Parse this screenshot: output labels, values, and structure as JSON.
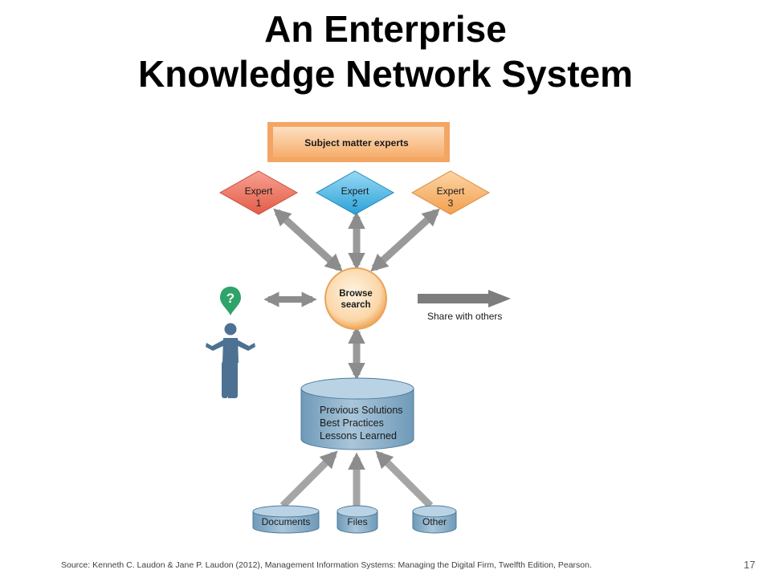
{
  "title": {
    "line1": "An Enterprise",
    "line2": "Knowledge Network System"
  },
  "diagram": {
    "subject_matter_experts": "Subject matter experts",
    "experts": [
      {
        "line1": "Expert",
        "line2": "1",
        "color": "#e8705e"
      },
      {
        "line1": "Expert",
        "line2": "2",
        "color": "#3fb0e0"
      },
      {
        "line1": "Expert",
        "line2": "3",
        "color": "#f5b268"
      }
    ],
    "hub": {
      "line1": "Browse",
      "line2": "search"
    },
    "share": "Share with others",
    "question_mark": "?",
    "repository": {
      "lines": [
        "Previous Solutions",
        "Best Practices",
        "Lessons Learned"
      ]
    },
    "sources": [
      "Documents",
      "Files",
      "Other"
    ]
  },
  "colors": {
    "box_orange": "#f6b072",
    "cylinder_blue": "#7fa8c4",
    "arrow_gray": "#8a8a8a",
    "person_blue": "#4d7193",
    "question_green": "#2ea36a"
  },
  "footer": {
    "source": "Source: Kenneth C. Laudon & Jane P. Laudon (2012), Management Information  Systems: Managing the Digital Firm, Twelfth Edition, Pearson.",
    "page_number": "17"
  }
}
